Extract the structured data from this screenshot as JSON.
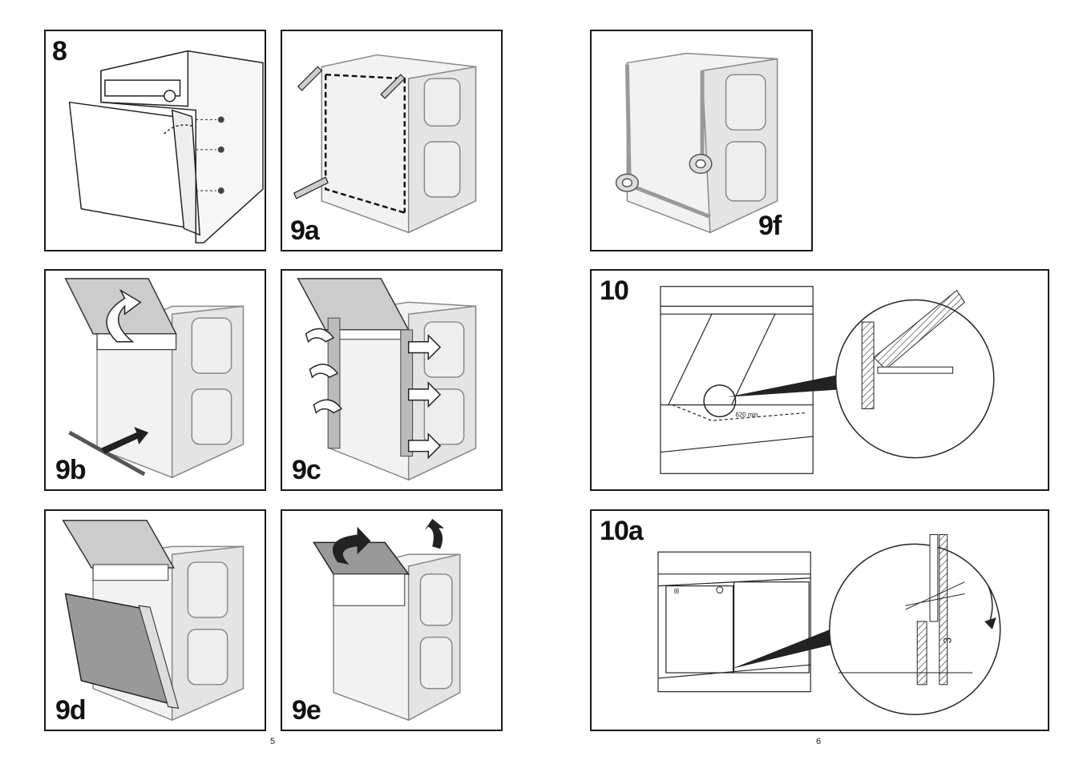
{
  "panels": {
    "p8": {
      "label": "8"
    },
    "p9a": {
      "label": "9a"
    },
    "p9b": {
      "label": "9b"
    },
    "p9c": {
      "label": "9c"
    },
    "p9d": {
      "label": "9d"
    },
    "p9e": {
      "label": "9e"
    },
    "p9f": {
      "label": "9f"
    },
    "p10": {
      "label": "10",
      "annotation": "620 min."
    },
    "p10a": {
      "label": "10a",
      "annotation": "3"
    }
  },
  "pages": {
    "left": "5",
    "right": "6"
  }
}
